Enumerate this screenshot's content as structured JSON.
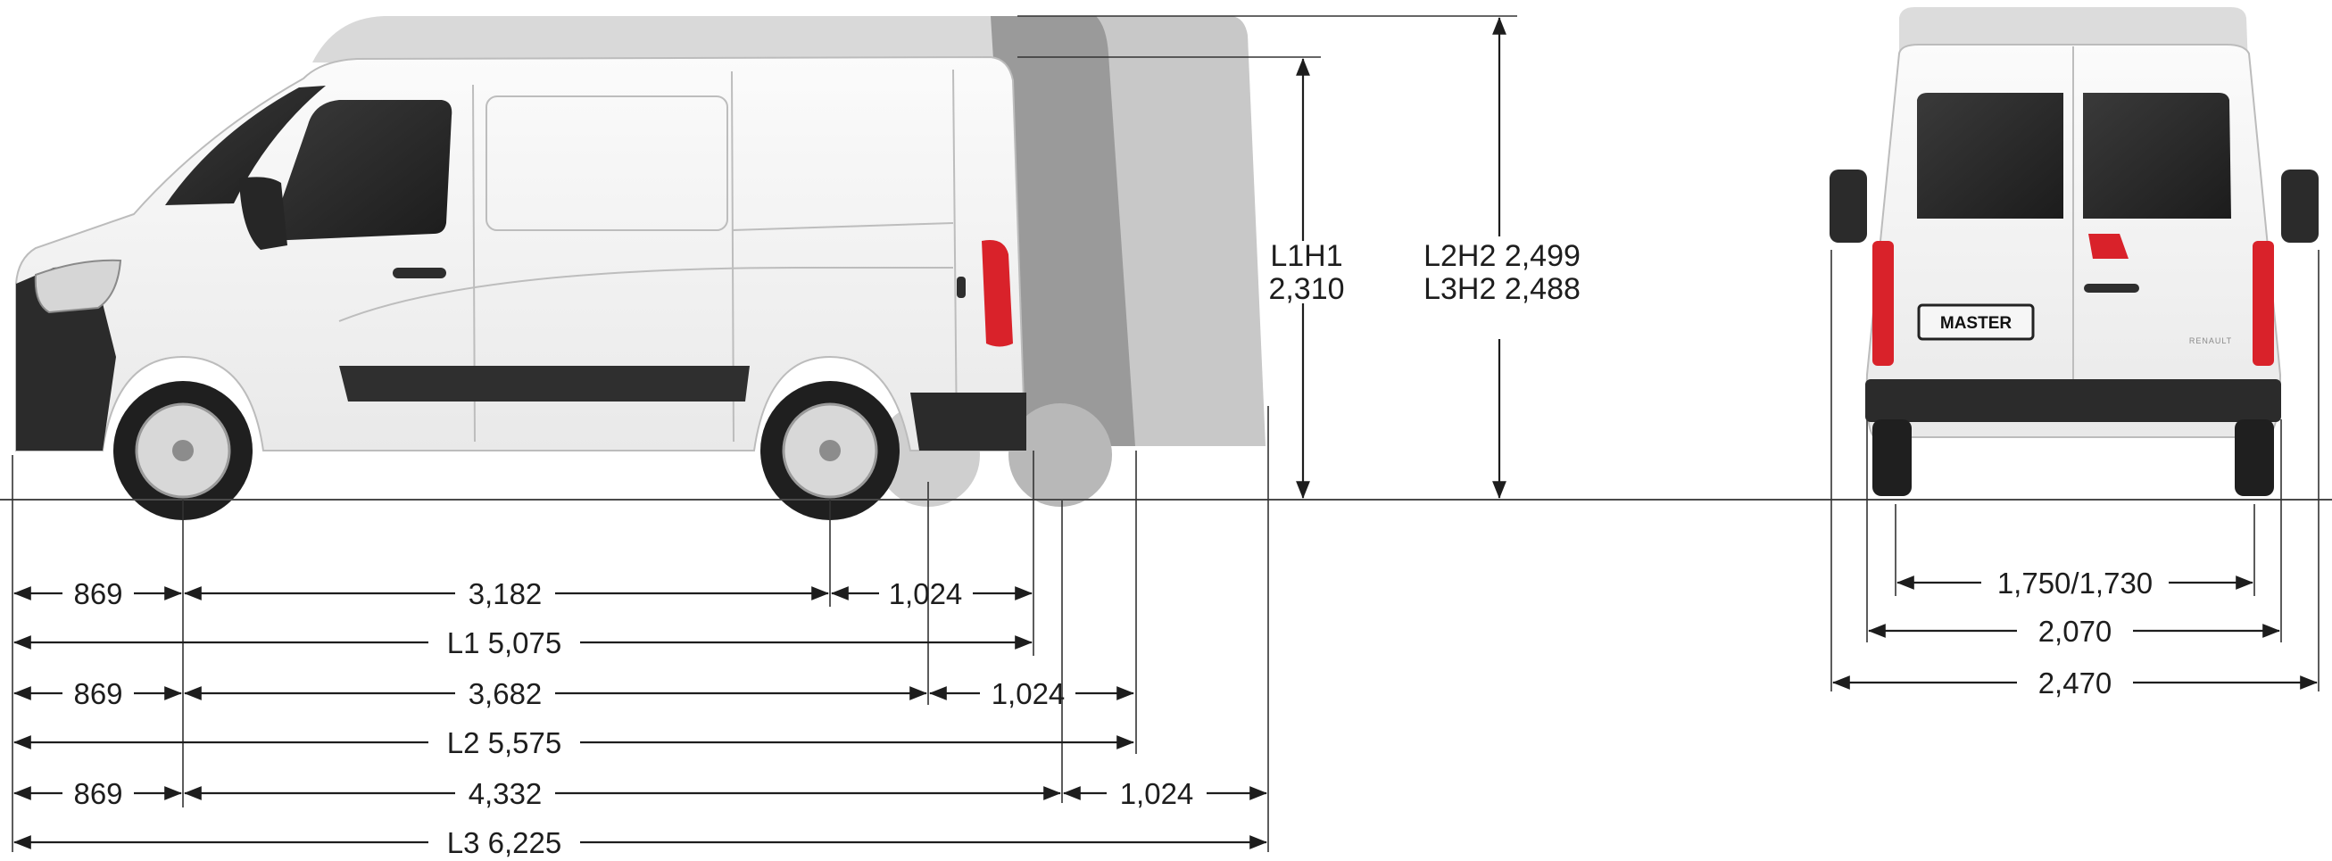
{
  "side_view": {
    "height_l1h1": {
      "line1": "L1H1",
      "line2": "2,310"
    },
    "height_l2_l3": {
      "line1": "L2H2 2,499",
      "line2": "L3H2 2,488"
    },
    "rows": [
      {
        "front_overhang": "869",
        "wheelbase": "3,182",
        "rear_overhang": "1,024",
        "total": "L1 5,075"
      },
      {
        "front_overhang": "869",
        "wheelbase": "3,682",
        "rear_overhang": "1,024",
        "total": "L2 5,575"
      },
      {
        "front_overhang": "869",
        "wheelbase": "4,332",
        "rear_overhang": "1,024",
        "total": "L3 6,225"
      }
    ]
  },
  "rear_view": {
    "badge": "MASTER",
    "brand": "RENAULT",
    "track_width": "1,750/1,730",
    "body_width": "2,070",
    "mirror_width": "2,470"
  },
  "colors": {
    "van_body": "#f4f4f4",
    "extension_dark": "#9c9c9c",
    "extension_light": "#c9c9c9",
    "roof_ghost": "#d7d7d7",
    "trim_black": "#2b2b2b",
    "tail_light": "#d9222a",
    "glass": "#2a2a2a"
  }
}
